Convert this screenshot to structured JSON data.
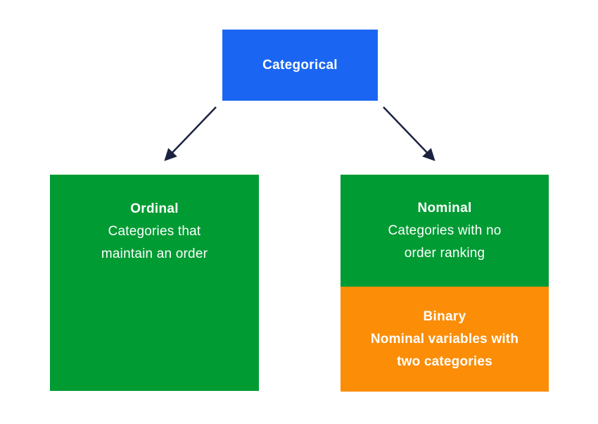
{
  "colors": {
    "background": "#ffffff",
    "root_blue": "#1a66f2",
    "branch_green": "#019b33",
    "binary_orange": "#fb8d07",
    "arrow_navy": "#1c2340",
    "text_white": "#ffffff"
  },
  "nodes": {
    "root": {
      "label": "Categorical"
    },
    "ordinal": {
      "title": "Ordinal",
      "description": "Categories that\nmaintain an order"
    },
    "nominal": {
      "title": "Nominal",
      "description": "Categories with no\norder ranking"
    },
    "binary": {
      "title": "Binary",
      "description": "Nominal variables with\ntwo categories"
    }
  }
}
